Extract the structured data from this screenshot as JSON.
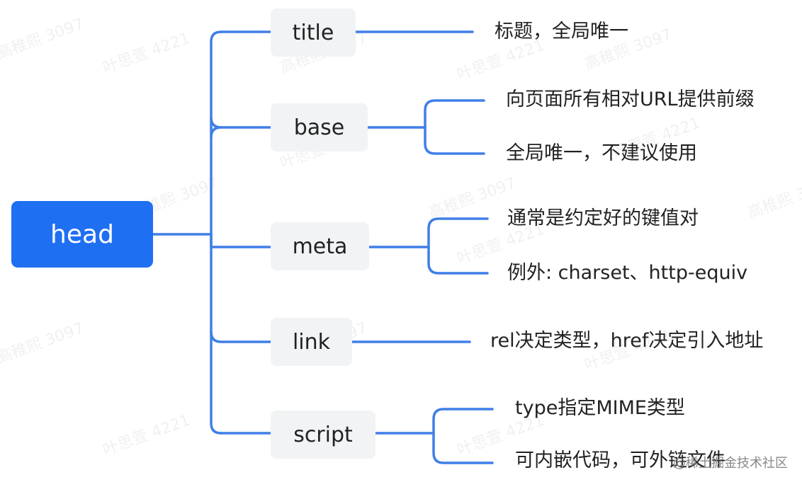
{
  "root": {
    "label": "head"
  },
  "children": [
    {
      "label": "title",
      "leaves": [
        "标题，全局唯一"
      ]
    },
    {
      "label": "base",
      "leaves": [
        "向页面所有相对URL提供前缀",
        "全局唯一，不建议使用"
      ]
    },
    {
      "label": "meta",
      "leaves": [
        "通常是约定好的键值对",
        "例外: charset、http-equiv"
      ]
    },
    {
      "label": "link",
      "leaves": [
        "rel决定类型，href决定引入地址"
      ]
    },
    {
      "label": "script",
      "leaves": [
        "type指定MIME类型",
        "可内嵌代码，可外链文件"
      ]
    }
  ],
  "watermarks": [
    "高稚熙 3097",
    "叶思萱 4221"
  ],
  "footer": "@稀土掘金技术社区",
  "colors": {
    "root_fill": "#1f6ff3",
    "connector": "#3f7fe8",
    "child_fill": "#f2f3f5"
  }
}
